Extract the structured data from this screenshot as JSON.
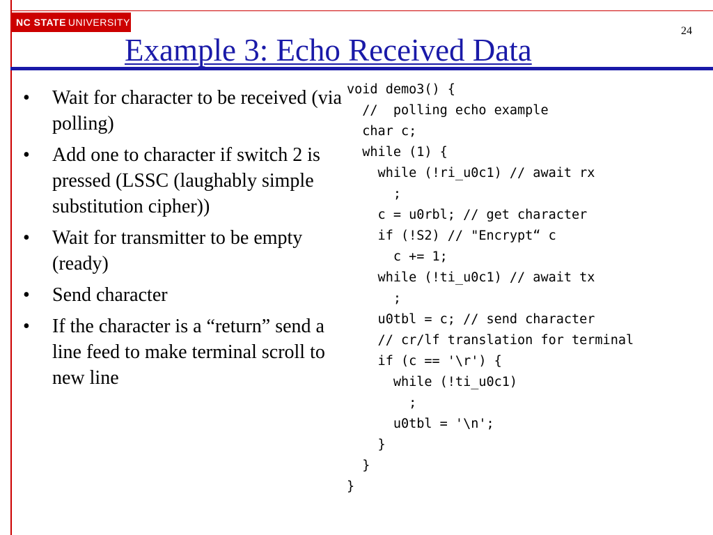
{
  "logo": {
    "bold": "NC STATE",
    "light": "UNIVERSITY"
  },
  "slide": {
    "title": "Example 3: Echo Received Data",
    "page_number": "24"
  },
  "bullets": [
    "Wait for character to be received (via polling)",
    "Add one to character if switch 2 is pressed (LSSC (laughably simple substitution cipher))",
    "Wait for transmitter to be empty (ready)",
    "Send character",
    "If the character is a “return” send a line feed to make terminal scroll to new line"
  ],
  "bullet_glyph": "•",
  "code_lines": [
    "void demo3() {",
    "  //  polling echo example",
    "  char c;",
    "  while (1) {",
    "    while (!ri_u0c1) // await rx",
    "      ;",
    "    c = u0rbl; // get character",
    "    if (!S2) // \"Encrypt“ c",
    "      c += 1;",
    "    while (!ti_u0c1) // await tx",
    "      ;",
    "    u0tbl = c; // send character",
    "    // cr/lf translation for terminal",
    "    if (c == '\\r') {",
    "      while (!ti_u0c1)",
    "        ;",
    "      u0tbl = '\\n';",
    "    }",
    "  }",
    "}"
  ],
  "colors": {
    "title": "#1a1aa8",
    "title_rule": "#1a1aa8",
    "logo_bg": "#cc0000",
    "left_rule": "#cc0000"
  }
}
